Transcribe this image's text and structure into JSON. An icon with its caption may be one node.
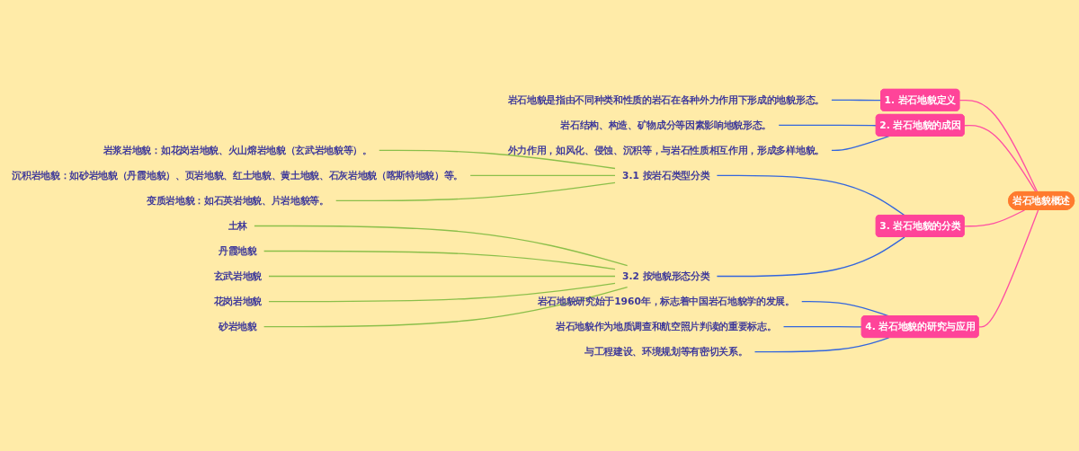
{
  "diagram": {
    "nodes": [
      {
        "text": [
          "岩石地貌概述"
        ]
      },
      {
        "text": [
          "1. 岩石地貌定义"
        ]
      },
      {
        "text": [
          "岩石地貌是指由不同种类和性质的岩石在各种外力作用下形成的地貌形态。"
        ]
      },
      {
        "text": [
          "2. 岩石地貌的成因"
        ]
      },
      {
        "text": [
          "岩石结构、构造、矿物成分等因素影响地貌形态。"
        ]
      },
      {
        "text": [
          "外力作用，如风化、侵蚀、沉积等，与岩石性质相互作用，形成多样地貌。"
        ]
      },
      {
        "text": [
          "3. 岩石地貌的分类"
        ]
      },
      {
        "text": [
          "3.1 按岩石类型分类"
        ]
      },
      {
        "text": [
          "岩浆岩地貌：如花岗岩地貌、火山熔岩地貌（玄武岩地貌等）。"
        ]
      },
      {
        "text": [
          "沉积岩地貌：如砂岩地貌（丹霞地貌）、页岩地貌、红土地貌、黄土地貌、石灰岩地貌（喀斯特地貌）等。"
        ]
      },
      {
        "text": [
          "变质岩地貌：如石英岩地貌、片岩地貌等。"
        ]
      },
      {
        "text": [
          "3.2 按地貌形态分类"
        ]
      },
      {
        "text": [
          "土林"
        ]
      },
      {
        "text": [
          "丹霞地貌"
        ]
      },
      {
        "text": [
          "玄武岩地貌"
        ]
      },
      {
        "text": [
          "花岗岩地貌"
        ]
      },
      {
        "text": [
          "砂岩地貌"
        ]
      },
      {
        "text": [
          "4. 岩石地貌的研究与应用"
        ]
      },
      {
        "text": [
          "岩石地貌研究始于1960年，标志着中国岩石地貌学的发展。"
        ]
      },
      {
        "text": [
          "岩石地貌作为地质调查和航空照片判读的重要标志。"
        ]
      },
      {
        "text": [
          "与工程建设、环境规划等有密切关系。"
        ]
      }
    ],
    "edges": [
      {
        "from": 0,
        "to": 1,
        "arrow": "none",
        "color": "#ff4fa3"
      },
      {
        "from": 1,
        "to": 2,
        "arrow": "none",
        "color": "#3366dd"
      },
      {
        "from": 0,
        "to": 3,
        "arrow": "none",
        "color": "#ff4fa3"
      },
      {
        "from": 3,
        "to": 4,
        "arrow": "none",
        "color": "#3366dd"
      },
      {
        "from": 3,
        "to": 5,
        "arrow": "none",
        "color": "#3366dd"
      },
      {
        "from": 0,
        "to": 6,
        "arrow": "none",
        "color": "#ff4fa3"
      },
      {
        "from": 6,
        "to": 7,
        "arrow": "none",
        "color": "#3366dd"
      },
      {
        "from": 7,
        "to": 8,
        "arrow": "none",
        "color": "#8bbf4a"
      },
      {
        "from": 7,
        "to": 9,
        "arrow": "none",
        "color": "#8bbf4a"
      },
      {
        "from": 7,
        "to": 10,
        "arrow": "none",
        "color": "#8bbf4a"
      },
      {
        "from": 6,
        "to": 11,
        "arrow": "none",
        "color": "#3366dd"
      },
      {
        "from": 11,
        "to": 12,
        "arrow": "none",
        "color": "#8bbf4a"
      },
      {
        "from": 11,
        "to": 13,
        "arrow": "none",
        "color": "#8bbf4a"
      },
      {
        "from": 11,
        "to": 14,
        "arrow": "none",
        "color": "#8bbf4a"
      },
      {
        "from": 11,
        "to": 15,
        "arrow": "none",
        "color": "#8bbf4a"
      },
      {
        "from": 11,
        "to": 16,
        "arrow": "none",
        "color": "#8bbf4a"
      },
      {
        "from": 0,
        "to": 17,
        "arrow": "none",
        "color": "#ff4fa3"
      },
      {
        "from": 17,
        "to": 18,
        "arrow": "none",
        "color": "#3366dd"
      },
      {
        "from": 17,
        "to": 19,
        "arrow": "none",
        "color": "#3366dd"
      },
      {
        "from": 17,
        "to": 20,
        "arrow": "none",
        "color": "#3366dd"
      }
    ]
  }
}
